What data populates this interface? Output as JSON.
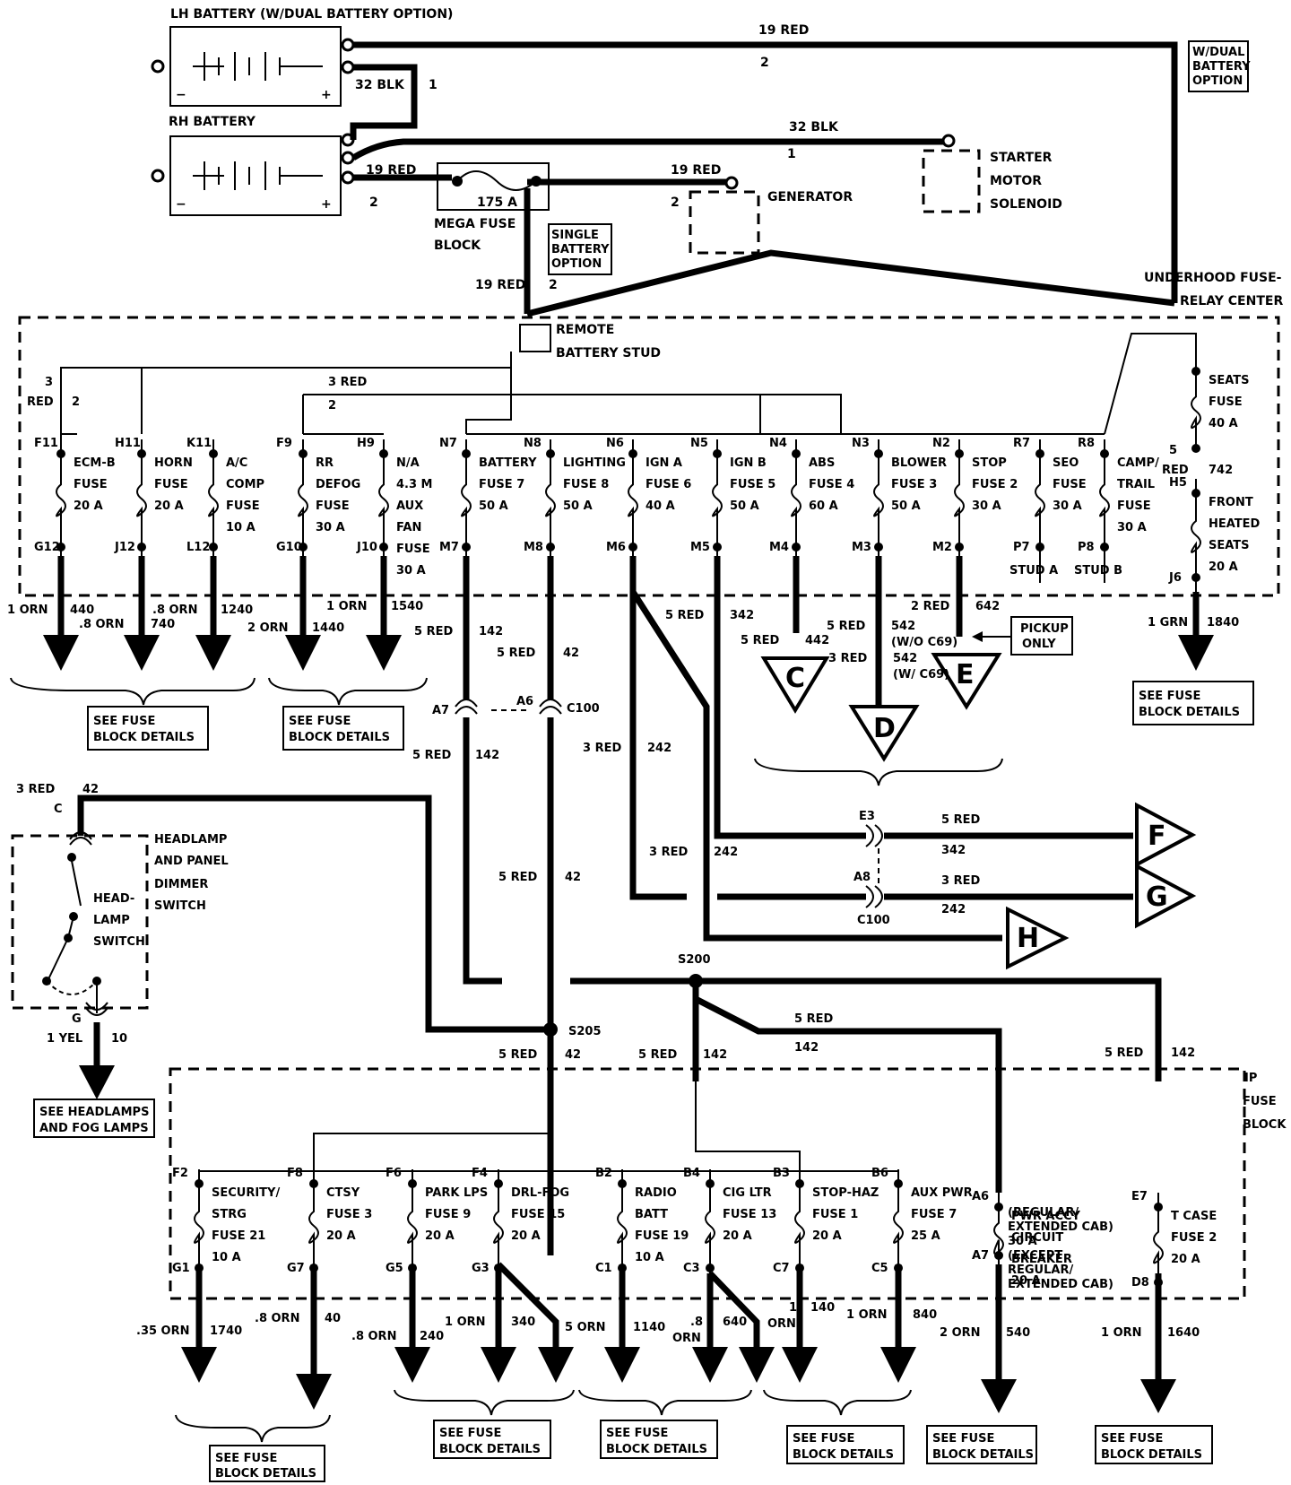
{
  "batteries": {
    "lh_title": "LH BATTERY (W/DUAL BATTERY OPTION)",
    "rh_title": "RH BATTERY",
    "minus": "−",
    "plus": "+"
  },
  "wires": {
    "top_red": "19 RED",
    "top_red_num": "2",
    "blk_1": "32 BLK",
    "blk_1_num": "1",
    "blk_2": "32 BLK",
    "blk_2_num": "1",
    "rh_red": "19 RED",
    "rh_red_num": "2",
    "gen_red": "19 RED",
    "gen_red_num": "2",
    "stud_red": "19 RED",
    "stud_red_num": "2"
  },
  "components": {
    "dual_option": "W/DUAL BATTERY OPTION",
    "single_option": "SINGLE BATTERY OPTION",
    "starter_l1": "STARTER",
    "starter_l2": "MOTOR",
    "starter_l3": "SOLENOID",
    "generator": "GENERATOR",
    "mega_fuse_rating": "175 A",
    "mega_l1": "MEGA FUSE",
    "mega_l2": "BLOCK",
    "remote_l1": "REMOTE",
    "remote_l2": "BATTERY STUD",
    "underhood_l1": "UNDERHOOD FUSE-",
    "underhood_l2": "RELAY CENTER",
    "ip_l1": "IP",
    "ip_l2": "FUSE",
    "ip_l3": "BLOCK",
    "headlamp_l1": "HEADLAMP",
    "headlamp_l2": "AND PANEL",
    "headlamp_l3": "DIMMER",
    "headlamp_l4": "SWITCH",
    "hlsw_l1": "HEAD-",
    "hlsw_l2": "LAMP",
    "hlsw_l3": "SWITCH",
    "pickup_l1": "PICKUP",
    "pickup_l2": "ONLY"
  },
  "underhood_fuses": [
    {
      "top": "F11",
      "name1": "ECM-B",
      "name2": "FUSE",
      "rating": "20 A",
      "bot": "G12"
    },
    {
      "top": "H11",
      "name1": "HORN",
      "name2": "FUSE",
      "rating": "20 A",
      "bot": "J12"
    },
    {
      "top": "K11",
      "name1": "A/C",
      "name2": "COMP",
      "name3": "FUSE",
      "rating": "10 A",
      "bot": "L12"
    },
    {
      "top": "F9",
      "name1": "RR",
      "name2": "DEFOG",
      "name3": "FUSE",
      "rating": "30 A",
      "bot": "G10"
    },
    {
      "top": "H9",
      "name1": "N/A",
      "name2": "4.3 M",
      "name3": "AUX",
      "name4": "FAN",
      "name5": "FUSE",
      "rating": "30 A",
      "bot": "J10"
    },
    {
      "top": "N7",
      "name1": "BATTERY",
      "name2": "FUSE 7",
      "rating": "50 A",
      "bot": "M7"
    },
    {
      "top": "N8",
      "name1": "LIGHTING",
      "name2": "FUSE 8",
      "rating": "50 A",
      "bot": "M8"
    },
    {
      "top": "N6",
      "name1": "IGN A",
      "name2": "FUSE 6",
      "rating": "40 A",
      "bot": "M6"
    },
    {
      "top": "N5",
      "name1": "IGN B",
      "name2": "FUSE 5",
      "rating": "50 A",
      "bot": "M5"
    },
    {
      "top": "N4",
      "name1": "ABS",
      "name2": "FUSE 4",
      "rating": "60 A",
      "bot": "M4"
    },
    {
      "top": "N3",
      "name1": "BLOWER",
      "name2": "FUSE 3",
      "rating": "50 A",
      "bot": "M3"
    },
    {
      "top": "N2",
      "name1": "STOP",
      "name2": "FUSE 2",
      "rating": "30 A",
      "bot": "M2"
    },
    {
      "top": "R7",
      "name1": "SEO",
      "name2": "FUSE",
      "rating": "30 A",
      "bot": "P7",
      "stud": "STUD A"
    },
    {
      "top": "R8",
      "name1": "CAMP/",
      "name2": "TRAIL",
      "name3": "FUSE",
      "rating": "30 A",
      "bot": "P8",
      "stud": "STUD B"
    },
    {
      "top": "",
      "name1": "SEATS",
      "name2": "FUSE",
      "rating": "40 A",
      "bot": ""
    },
    {
      "top": "H5",
      "name1": "FRONT",
      "name2": "HEATED",
      "name3": "SEATS",
      "rating": "20 A",
      "bot": "J6"
    }
  ],
  "underhood_labels": {
    "red3": "3",
    "red3b": "RED",
    "red3num": "2",
    "red3_top": "3 RED",
    "red3_topnum": "2",
    "seat_wire": "5",
    "seat_wire2": "RED",
    "seat_num": "742"
  },
  "underhood_outputs": [
    {
      "gauge": "1 ORN",
      "circuit": "440"
    },
    {
      "gauge": ".8 ORN",
      "circuit": "740"
    },
    {
      "gauge": ".8 ORN",
      "circuit": "1240"
    },
    {
      "gauge": "2 ORN",
      "circuit": "1440"
    },
    {
      "gauge": "1 ORN",
      "circuit": "1540"
    },
    {
      "gauge": "1 GRN",
      "circuit": "1840"
    }
  ],
  "circuits": {
    "c142a": "5 RED",
    "c142a_n": "142",
    "c42a": "5 RED",
    "c42a_n": "42",
    "c342": "5 RED",
    "c342_n": "342",
    "c442": "5 RED",
    "c442_n": "442",
    "c542": "5 RED",
    "c542_n": "542",
    "c542_note": "(W/O C69)",
    "c542b": "3 RED",
    "c542b_n": "542",
    "c542b_note": "(W/ C69)",
    "c642": "2 RED",
    "c642_n": "642",
    "c142b": "5 RED",
    "c142b_n": "142",
    "c242a": "3 RED",
    "c242a_n": "242",
    "c42b": "3 RED",
    "c42b_n": "42",
    "c42c": "5 RED",
    "c42c_n": "42",
    "c242b": "3 RED",
    "c242b_n": "242",
    "f342": "5 RED",
    "f342_n": "342",
    "g242": "3 RED",
    "g242_n": "242",
    "s205_red": "5 RED",
    "s205_n": "42",
    "s200_red": "5 RED",
    "s200_n": "142",
    "s200b_red": "5 RED",
    "s200b_n": "142",
    "e7_red": "5 RED",
    "e7_n": "142",
    "yel": "1 YEL",
    "yel_n": "10"
  },
  "connectors": {
    "a7": "A7",
    "a6": "A6",
    "c100": "C100",
    "e3": "E3",
    "a8": "A8",
    "c100b": "C100",
    "s200": "S200",
    "s205": "S205",
    "c": "C",
    "g": "G"
  },
  "destinations": {
    "c": "C",
    "d": "D",
    "e": "E",
    "f": "F",
    "g": "G",
    "h": "H"
  },
  "ip_fuses": [
    {
      "top": "F2",
      "name1": "SECURITY/",
      "name2": "STRG",
      "name3": "FUSE 21",
      "rating": "10 A",
      "bot": "G1"
    },
    {
      "top": "F8",
      "name1": "CTSY",
      "name2": "FUSE 3",
      "rating": "20 A",
      "bot": "G7"
    },
    {
      "top": "F6",
      "name1": "PARK LPS",
      "name2": "FUSE 9",
      "rating": "20 A",
      "bot": "G5"
    },
    {
      "top": "F4",
      "name1": "DRL-FOG",
      "name2": "FUSE 15",
      "rating": "20 A",
      "bot": "G3"
    },
    {
      "top": "B2",
      "name1": "RADIO",
      "name2": "BATT",
      "name3": "FUSE 19",
      "rating": "10 A",
      "bot": "C1"
    },
    {
      "top": "B4",
      "name1": "CIG LTR",
      "name2": "FUSE 13",
      "rating": "20 A",
      "bot": "C3"
    },
    {
      "top": "B3",
      "name1": "STOP-HAZ",
      "name2": "FUSE 1",
      "rating": "20 A",
      "bot": "C7"
    },
    {
      "top": "B6",
      "name1": "AUX PWR",
      "name2": "FUSE 7",
      "rating": "25 A",
      "bot": "C5"
    },
    {
      "top": "A6",
      "name1": "PWR ACCY",
      "name2": "CIRCUIT",
      "name3": "BREAKER",
      "rating": "20 A",
      "bot": "A7"
    },
    {
      "top": "E7",
      "name1": "T CASE",
      "name2": "FUSE 2",
      "rating": "20 A",
      "bot": "D8"
    }
  ],
  "ip_breaker_note": {
    "l1": "(REGULAR/",
    "l2": "EXTENDED CAB)",
    "l3": "30 A",
    "l4": "(EXCEPT",
    "l5": "REGULAR/",
    "l6": "EXTENDED CAB)"
  },
  "ip_outputs": [
    {
      "gauge": ".35 ORN",
      "circuit": "1740"
    },
    {
      "gauge": ".8 ORN",
      "circuit": "40"
    },
    {
      "gauge": ".8 ORN",
      "circuit": "240"
    },
    {
      "gauge": "1 ORN",
      "circuit": "340"
    },
    {
      "gauge": "5 ORN",
      "circuit": ""
    },
    {
      "gauge": "",
      "circuit": "1140"
    },
    {
      "gauge": ".8",
      "gauge2": "ORN",
      "circuit": "640"
    },
    {
      "gauge": "1",
      "gauge2": "ORN",
      "circuit": "140"
    },
    {
      "gauge": "1 ORN",
      "circuit": "840"
    },
    {
      "gauge": "2 ORN",
      "circuit": "540"
    },
    {
      "gauge": "1 ORN",
      "circuit": "1640"
    }
  ],
  "see_boxes": {
    "fuse_l1": "SEE FUSE",
    "fuse_l2": "BLOCK DETAILS",
    "hl_l1": "SEE HEADLAMPS",
    "hl_l2": "AND FOG LAMPS"
  }
}
